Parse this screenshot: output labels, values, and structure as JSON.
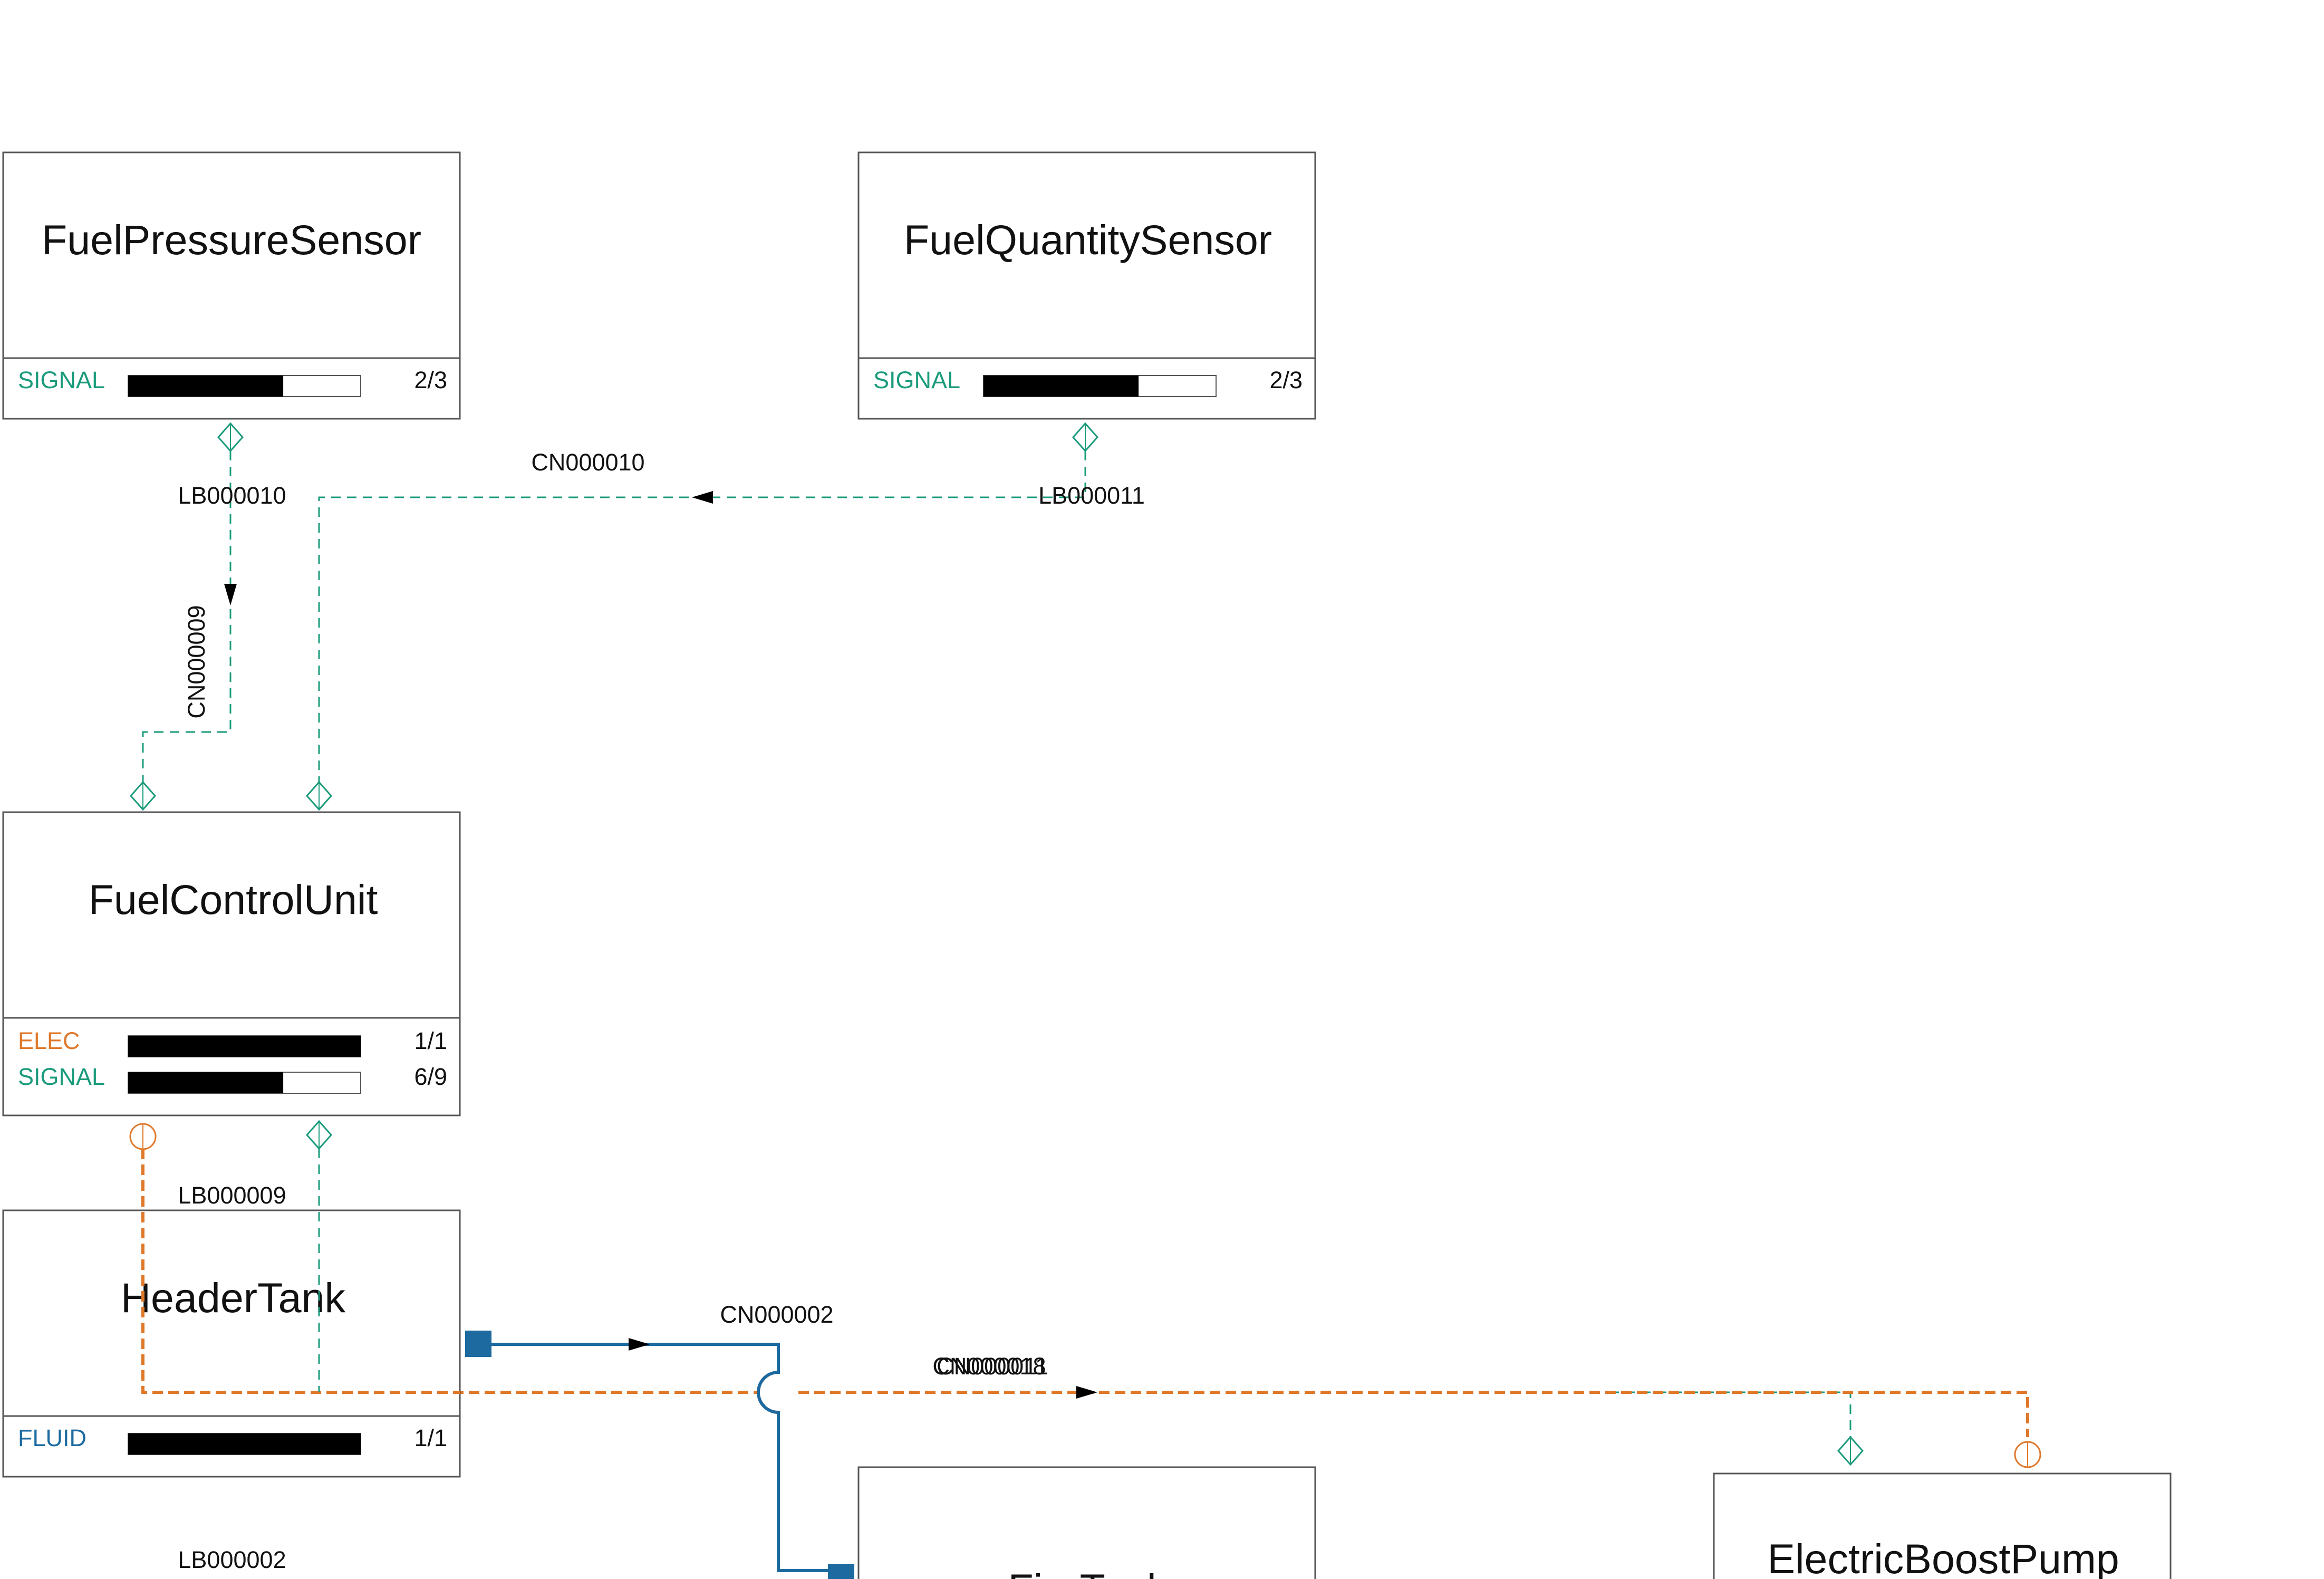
{
  "colors": {
    "signal": "#1a9b7b",
    "elec": "#e0782a",
    "fluid": "#1c6aa0",
    "border": "#555555",
    "text": "#111111",
    "bar": "#000000"
  },
  "blocks": {
    "fuel_pressure_sensor": {
      "title": "FuelPressureSensor",
      "ports": [
        {
          "label": "SIGNAL",
          "count": "2/3",
          "fill": 0.667
        }
      ]
    },
    "fuel_quantity_sensor": {
      "title": "FuelQuantitySensor",
      "ports": [
        {
          "label": "SIGNAL",
          "count": "2/3",
          "fill": 0.667
        }
      ]
    },
    "fuel_control_unit": {
      "title": "FuelControlUnit",
      "ports": [
        {
          "label": "ELEC",
          "count": "1/1",
          "fill": 1.0
        },
        {
          "label": "SIGNAL",
          "count": "6/9",
          "fill": 0.667
        }
      ]
    },
    "header_tank": {
      "title": "HeaderTank",
      "ports": [
        {
          "label": "FLUID",
          "count": "1/1",
          "fill": 1.0
        }
      ]
    },
    "fire_tank": {
      "title": "FireTank"
    },
    "electric_boost_pump": {
      "title": "ElectricBoostPump"
    }
  },
  "connections": {
    "cn000010": "CN000010",
    "cn000009": "CN000009",
    "cn000002": "CN000002",
    "cn000018": "CN000018",
    "cn000011": "CN000011"
  },
  "links": {
    "lb000010": "LB000010",
    "lb000011": "LB000011",
    "lb000009": "LB000009",
    "lb000002": "LB000002"
  }
}
